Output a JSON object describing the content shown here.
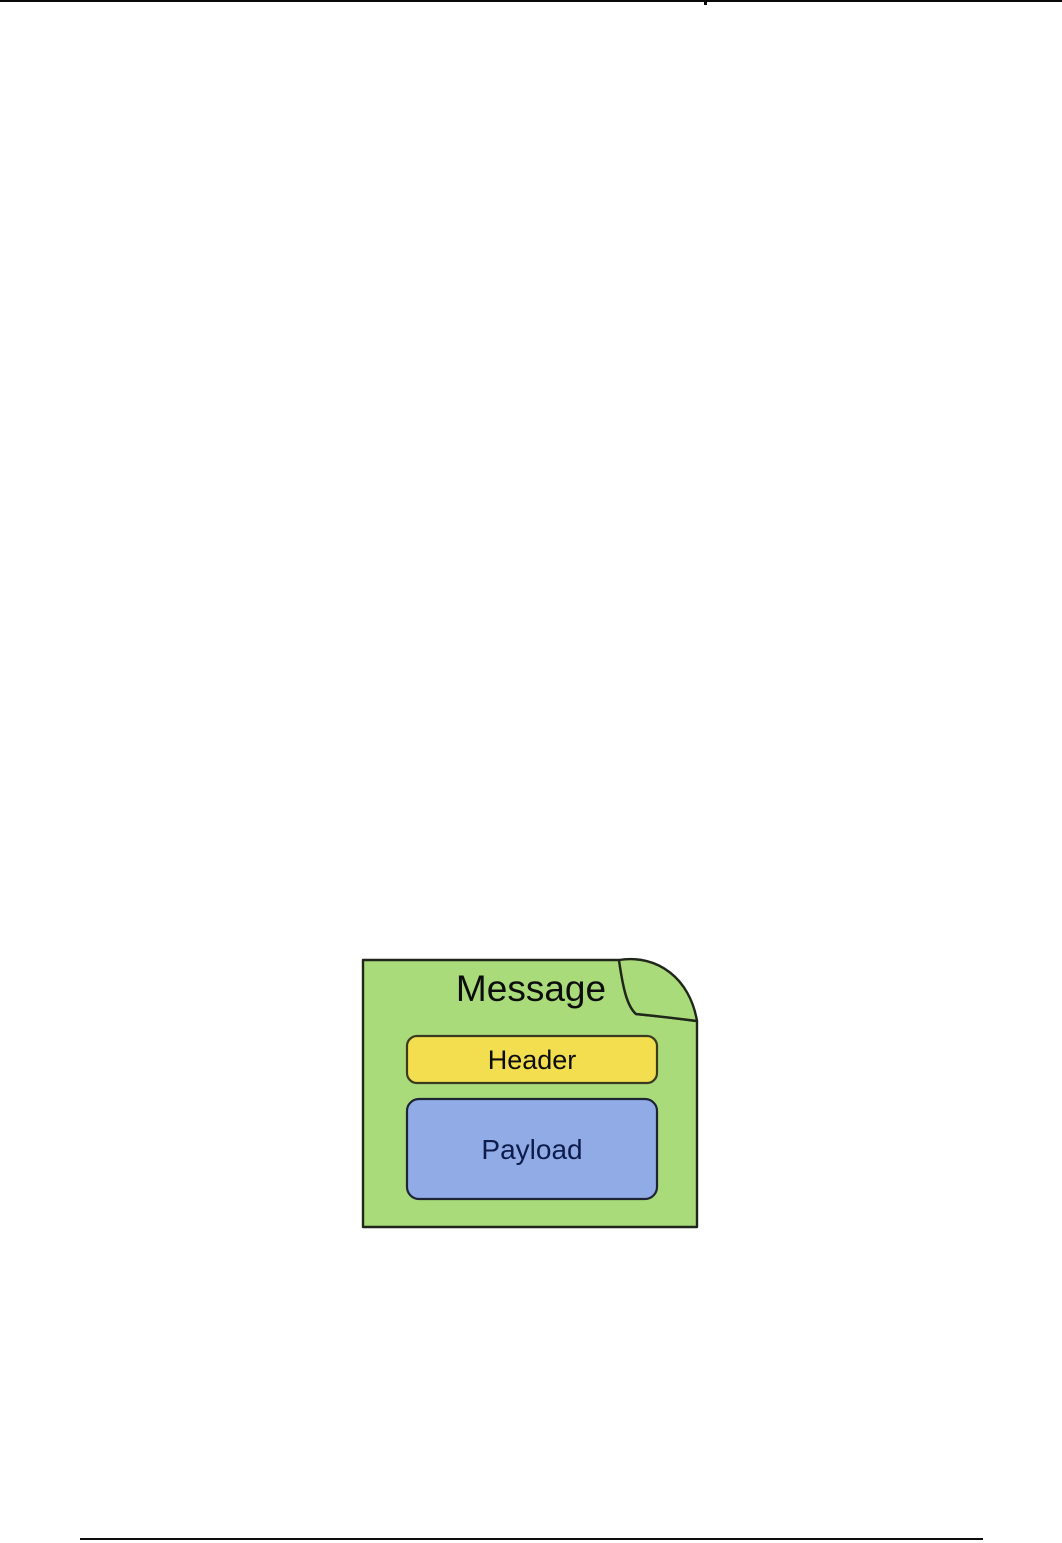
{
  "page": {
    "background": "#ffffff",
    "top_rule_color": "#0a0a0a",
    "bottom_rule_color": "#0d0d0d"
  },
  "diagram": {
    "title": "Message",
    "title_color": "#0d0d0d",
    "note": {
      "fill": "#a9db7a",
      "stroke": "#20261a"
    },
    "boxes": [
      {
        "label": "Header",
        "fill": "#f2de4e",
        "stroke": "#3a3a20",
        "text_color": "#0d0d0d"
      },
      {
        "label": "Payload",
        "fill": "#90abe6",
        "stroke": "#1e2436",
        "text_color": "#0d1c4a"
      }
    ]
  }
}
